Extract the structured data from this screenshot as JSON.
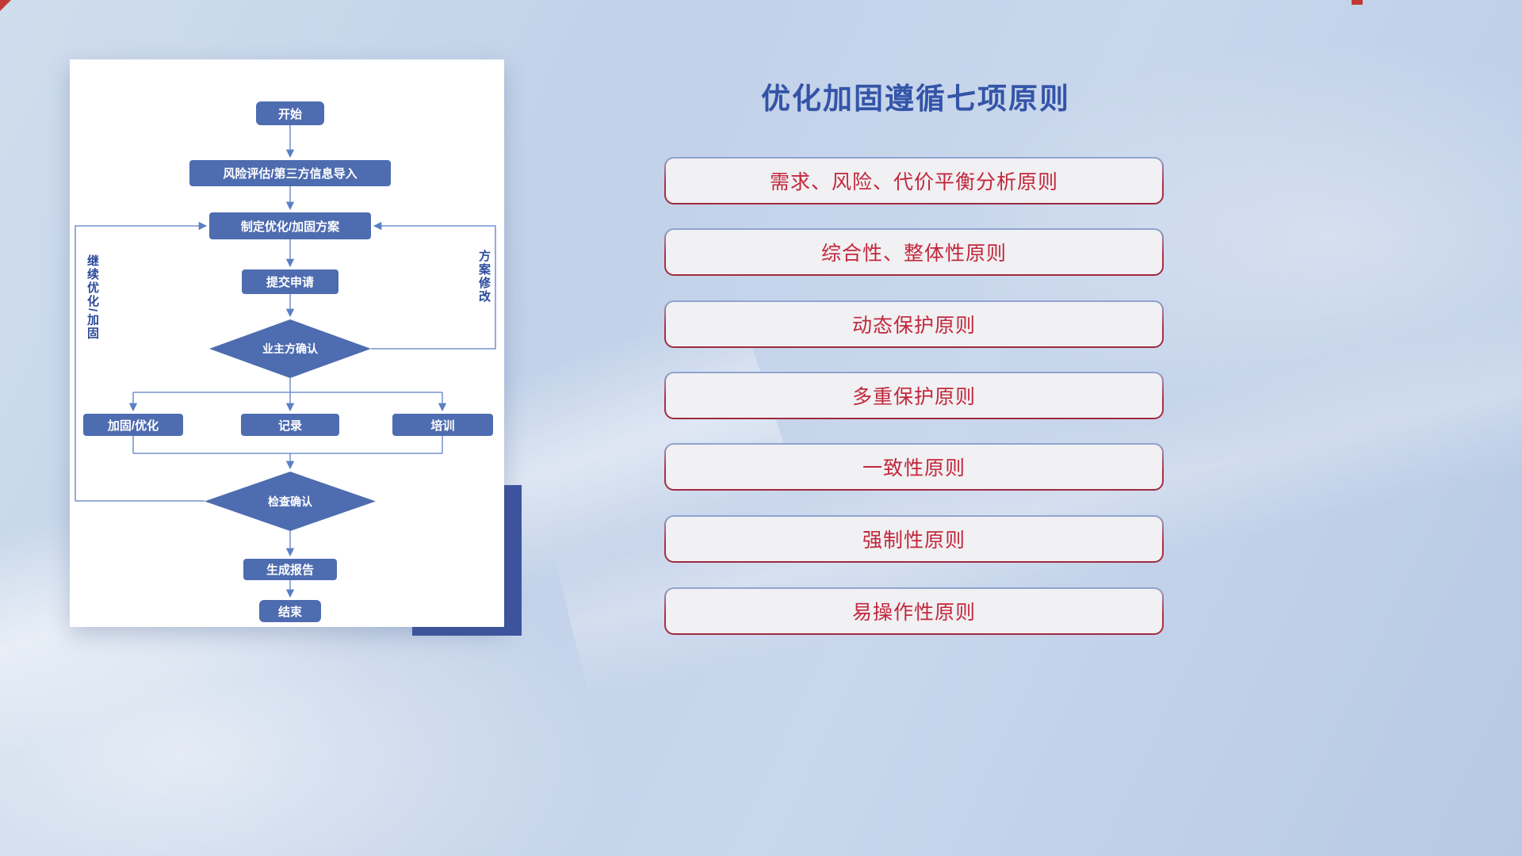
{
  "colors": {
    "node_blue": "#4e6cb0",
    "line_blue": "#5b7fc4",
    "title_blue": "#3454a8",
    "principle_red": "#c2273c",
    "backdrop_navy": "#3d549e"
  },
  "flowchart": {
    "nodes": {
      "start": "开始",
      "risk_import": "风险评估/第三方信息导入",
      "make_plan": "制定优化/加固方案",
      "submit": "提交申请",
      "owner_confirm": "业主方确认",
      "reinforce": "加固/优化",
      "record": "记录",
      "training": "培训",
      "check_confirm": "检查确认",
      "report": "生成报告",
      "end": "结束"
    },
    "loop_labels": {
      "continue_optimize": "继续优化/加固",
      "plan_modify": "方案修改"
    }
  },
  "panel": {
    "title": "优化加固遵循七项原则",
    "principles": [
      "需求、风险、代价平衡分析原则",
      "综合性、整体性原则",
      "动态保护原则",
      "多重保护原则",
      "一致性原则",
      "强制性原则",
      "易操作性原则"
    ]
  }
}
